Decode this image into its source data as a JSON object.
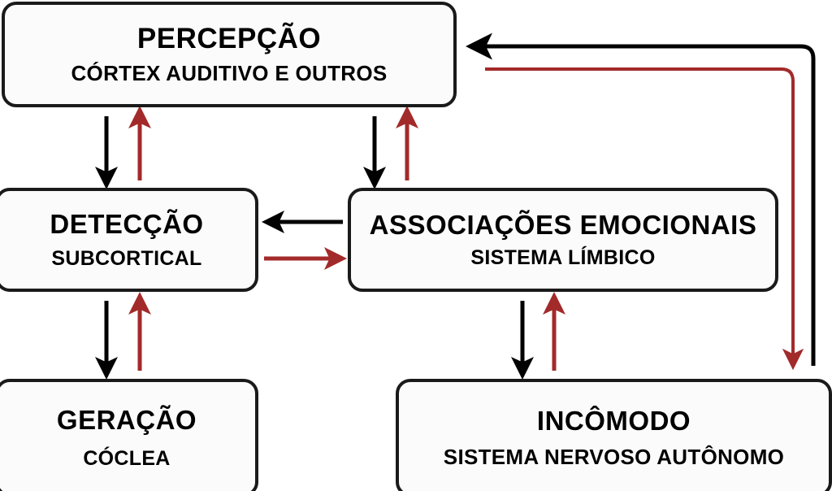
{
  "diagram": {
    "title": "Modelo neurofisiologico do zumbido",
    "language": "pt-BR",
    "background_color": "#ffffff",
    "palette": {
      "box_border": "#1a1a1a",
      "box_fill": "#fbfbfb",
      "text": "#000000",
      "arrow_black": "#000000",
      "arrow_red": "#a32a2a"
    }
  },
  "nodes": [
    {
      "id": "percepcao",
      "title": "PERCEPÇÃO",
      "subtitle": "CÓRTEX AUDITIVO E OUTROS"
    },
    {
      "id": "deteccao",
      "title": "DETECÇÃO",
      "subtitle": "SUBCORTICAL"
    },
    {
      "id": "associacoes",
      "title": "ASSOCIAÇÕES EMOCIONAIS",
      "subtitle": "SISTEMA LÍMBICO"
    },
    {
      "id": "geracao",
      "title": "GERAÇÃO",
      "subtitle": "CÓCLEA"
    },
    {
      "id": "incomodo",
      "title": "INCÔMODO",
      "subtitle": "SISTEMA NERVOSO AUTÔNOMO"
    }
  ],
  "edges": [
    {
      "id": "percepcao-to-deteccao",
      "from": "percepcao",
      "to": "deteccao",
      "color": "black",
      "direction": "down",
      "label": ""
    },
    {
      "id": "deteccao-to-percepcao",
      "from": "deteccao",
      "to": "percepcao",
      "color": "red",
      "direction": "up",
      "label": ""
    },
    {
      "id": "percepcao-to-associacoes",
      "from": "percepcao",
      "to": "associacoes",
      "color": "black",
      "direction": "down",
      "label": ""
    },
    {
      "id": "associacoes-to-percepcao",
      "from": "associacoes",
      "to": "percepcao",
      "color": "red",
      "direction": "up",
      "label": ""
    },
    {
      "id": "associacoes-to-deteccao",
      "from": "associacoes",
      "to": "deteccao",
      "color": "black",
      "direction": "left",
      "label": ""
    },
    {
      "id": "deteccao-to-associacoes",
      "from": "deteccao",
      "to": "associacoes",
      "color": "red",
      "direction": "right",
      "label": ""
    },
    {
      "id": "deteccao-to-geracao",
      "from": "deteccao",
      "to": "geracao",
      "color": "black",
      "direction": "down",
      "label": ""
    },
    {
      "id": "geracao-to-deteccao",
      "from": "geracao",
      "to": "deteccao",
      "color": "red",
      "direction": "up",
      "label": ""
    },
    {
      "id": "associacoes-to-incomodo",
      "from": "associacoes",
      "to": "incomodo",
      "color": "black",
      "direction": "down",
      "label": ""
    },
    {
      "id": "incomodo-to-associacoes",
      "from": "incomodo",
      "to": "associacoes",
      "color": "red",
      "direction": "up",
      "label": ""
    },
    {
      "id": "incomodo-to-percepcao",
      "from": "incomodo",
      "to": "percepcao",
      "color": "black",
      "direction": "feedback-left",
      "label": ""
    },
    {
      "id": "percepcao-to-incomodo",
      "from": "percepcao",
      "to": "incomodo",
      "color": "red",
      "direction": "feedback-down",
      "label": ""
    }
  ]
}
